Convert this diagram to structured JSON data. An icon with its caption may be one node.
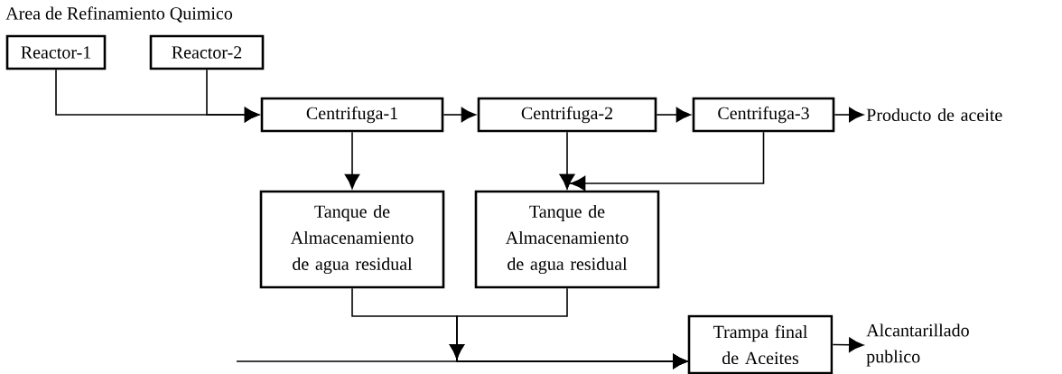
{
  "diagram": {
    "nodes": [
      {
        "text": [
          "Reactor-1"
        ]
      },
      {
        "text": [
          "Reactor-2"
        ]
      },
      {
        "text": [
          "Centrifuga-1"
        ]
      },
      {
        "text": [
          "Centrifuga-2"
        ]
      },
      {
        "text": [
          "Centrifuga-3"
        ]
      },
      {
        "text": [
          "Producto de aceite"
        ]
      },
      {
        "text": [
          "Tanque de Almacenamiento de agua residual"
        ]
      },
      {
        "text": [
          "Tanque de Almacenamiento de agua residual"
        ]
      },
      {
        "text": [
          "Trampa final de Aceites"
        ]
      },
      {
        "text": [
          "Alcantarillado publico"
        ]
      }
    ],
    "edges": [
      {
        "from": 0,
        "to": 2,
        "arrow": "to"
      },
      {
        "from": 1,
        "to": 2,
        "arrow": "to"
      },
      {
        "from": 2,
        "to": 3,
        "arrow": "to"
      },
      {
        "from": 3,
        "to": 4,
        "arrow": "to"
      },
      {
        "from": 4,
        "to": 5,
        "arrow": "to"
      },
      {
        "from": 2,
        "to": 6,
        "arrow": "to"
      },
      {
        "from": 3,
        "to": 7,
        "arrow": "to"
      },
      {
        "from": 4,
        "to": 7,
        "arrow": "to"
      },
      {
        "from": 6,
        "to": 8,
        "arrow": "to"
      },
      {
        "from": 7,
        "to": 8,
        "arrow": "to"
      },
      {
        "from": null,
        "to": 8,
        "arrow": "to"
      },
      {
        "from": 8,
        "to": 9,
        "arrow": "to"
      }
    ],
    "labels": [
      "Area de Refinamiento Quimico"
    ]
  }
}
